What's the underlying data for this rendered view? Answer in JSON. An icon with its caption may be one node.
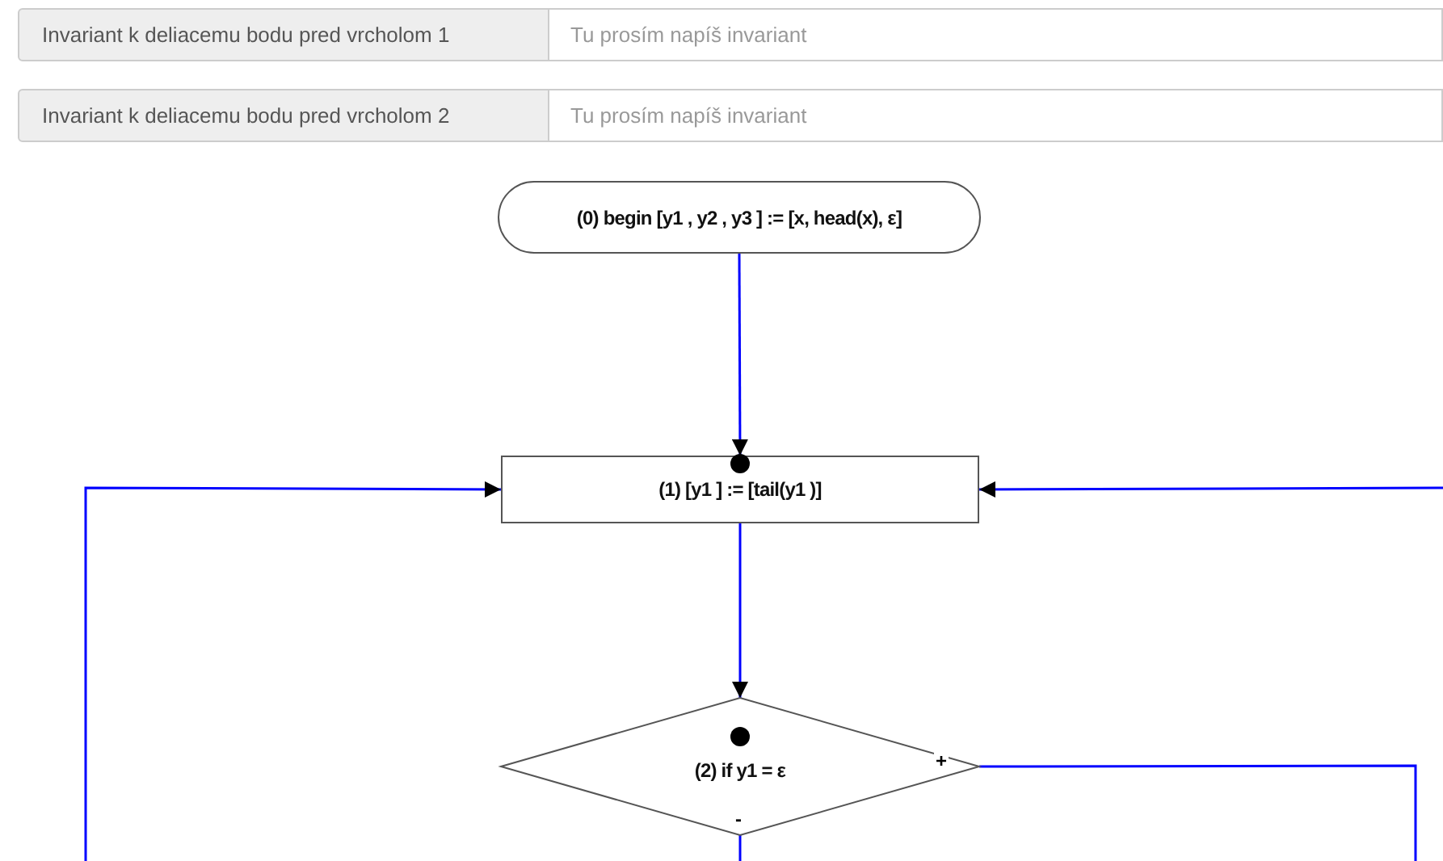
{
  "diagram": {
    "nodes": [
      {
        "text": [
          "(0) begin [y1 , y2 , y3 ] := [x, head(x), ε]"
        ]
      },
      {
        "text": [
          "(1) [y1 ] := [tail(y1 )]"
        ]
      },
      {
        "text": [
          "(2) if y1 = ε"
        ]
      }
    ],
    "edges": [
      {
        "from": 0,
        "to": 1,
        "arrow": "to"
      },
      {
        "from": null,
        "to": 1,
        "arrow": "to"
      },
      {
        "from": null,
        "to": 1,
        "arrow": "to"
      },
      {
        "from": 1,
        "to": 2,
        "arrow": "to"
      },
      {
        "from": 2,
        "to": null,
        "arrow": "none",
        "label": "+"
      },
      {
        "from": 2,
        "to": null,
        "arrow": "none",
        "label": "-"
      }
    ],
    "labels": [
      "Invariant k deliacemu bodu pred vrcholom 1",
      "Tu prosím napíš invariant",
      "Invariant k deliacemu bodu pred vrcholom 2",
      "Tu prosím napíš invariant"
    ]
  }
}
